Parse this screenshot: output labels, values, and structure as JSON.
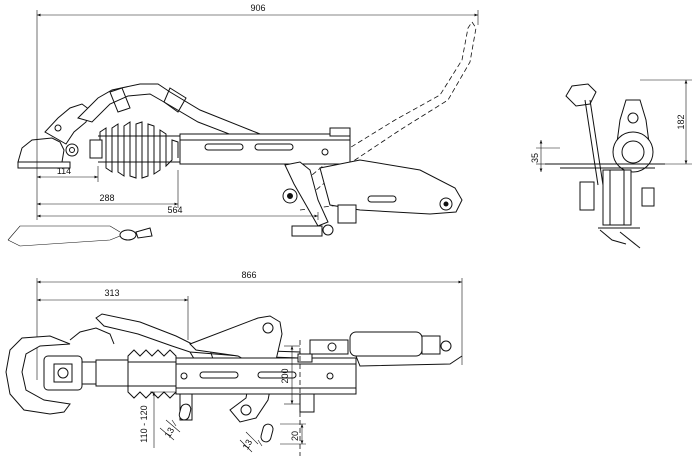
{
  "dimensions": {
    "top_overall": "906",
    "top_114": "114",
    "top_288": "288",
    "top_564": "564",
    "side_182": "182",
    "side_35": "35",
    "bottom_overall": "866",
    "bottom_313": "313",
    "bottom_200": "200",
    "bottom_110_120": "110 - 120",
    "bottom_13a": "13",
    "bottom_13b": "13",
    "bottom_20": "20"
  },
  "colors": {
    "line": "#111111",
    "background": "#ffffff",
    "part_fill": "#e6e6e6"
  }
}
